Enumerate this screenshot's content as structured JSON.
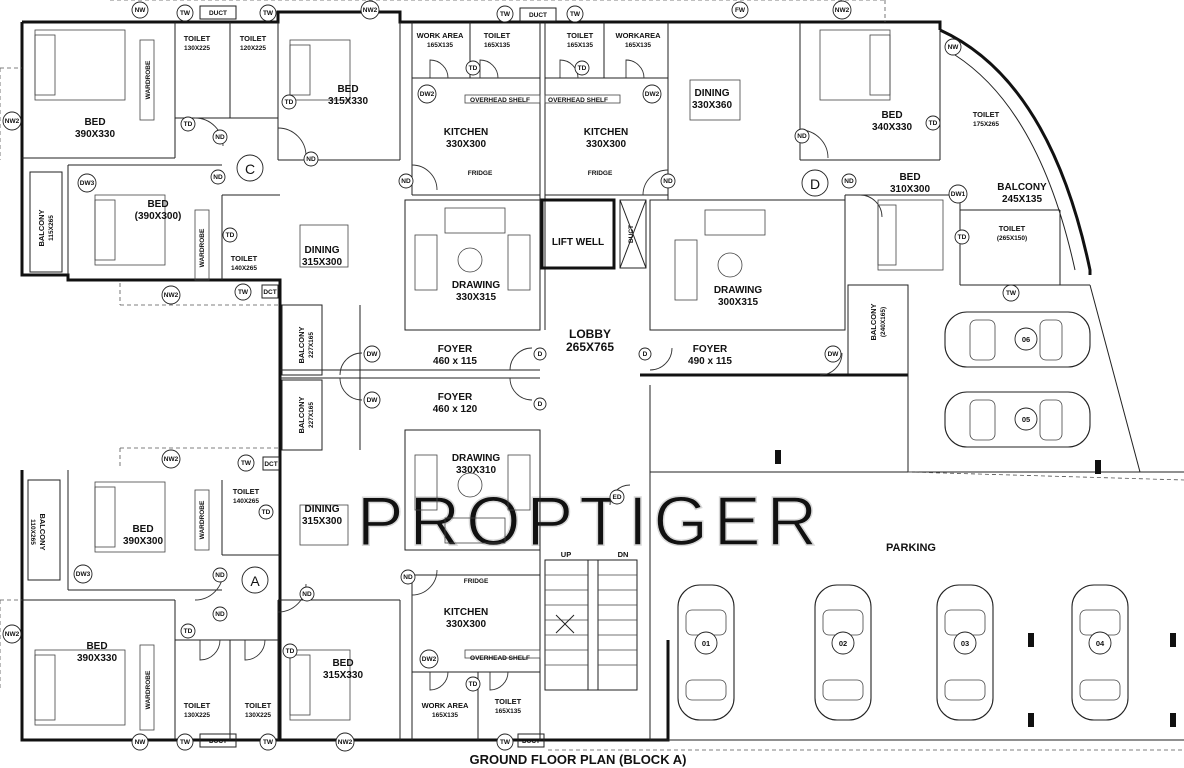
{
  "title": "GROUND FLOOR PLAN (BLOCK A)",
  "watermark": "PROPTIGER",
  "rooms": {
    "bed_c_nw": {
      "name": "BED",
      "size": "390X330"
    },
    "bed_c_ne": {
      "name": "BED",
      "size": "315X330"
    },
    "bed_c_mid": {
      "name": "BED",
      "size": "(390X300)"
    },
    "toilet_c1": {
      "name": "TOILET",
      "size": "130X225"
    },
    "toilet_c2": {
      "name": "TOILET",
      "size": "120X225"
    },
    "toilet_c3": {
      "name": "TOILET",
      "size": "140X265"
    },
    "balcony_c": {
      "name": "BALCONY",
      "size": "115X265"
    },
    "wardrobe_c1": "WARDROBE",
    "wardrobe_c2": "WARDROBE",
    "dining_c": {
      "name": "DINING",
      "size": "315X300"
    },
    "flat_c": "C",
    "work_area_1": {
      "name": "WORK AREA",
      "size": "165X135"
    },
    "toilet_ck1": {
      "name": "TOILET",
      "size": "165X135"
    },
    "kitchen_c": {
      "name": "KITCHEN",
      "size": "330X300"
    },
    "overhead_1": "OVERHEAD SHELF",
    "fridge_1": "FRIDGE",
    "drawing_c": {
      "name": "DRAWING",
      "size": "330X315"
    },
    "balcony_fc": {
      "name": "BALCONY",
      "size": "227X165"
    },
    "foyer_c": {
      "name": "FOYER",
      "size": "460 x 115"
    },
    "lift_well": "LIFT WELL",
    "duct_lobby": "DUCT",
    "lobby": {
      "name": "LOBBY",
      "size": "265X765"
    },
    "toilet_dk1": {
      "name": "TOILET",
      "size": "165X135"
    },
    "workarea_2": {
      "name": "WORKAREA",
      "size": "165X135"
    },
    "kitchen_d": {
      "name": "KITCHEN",
      "size": "330X300"
    },
    "overhead_2": "OVERHEAD SHELF",
    "fridge_2": "FRIDGE",
    "dining_d": {
      "name": "DINING",
      "size": "330X360"
    },
    "flat_d": "D",
    "drawing_d": {
      "name": "DRAWING",
      "size": "300X315"
    },
    "foyer_d": {
      "name": "FOYER",
      "size": "490 x 115"
    },
    "bed_d_ne": {
      "name": "BED",
      "size": "340X330"
    },
    "toilet_d1": {
      "name": "TOILET",
      "size": "175X265"
    },
    "bed_d_mid": {
      "name": "BED",
      "size": "310X300"
    },
    "balcony_d": {
      "name": "BALCONY",
      "size": "245X135"
    },
    "toilet_d2": {
      "name": "TOILET",
      "size": "(265X150)"
    },
    "balcony_d2": {
      "name": "BALCONY",
      "size": "(240X165)"
    },
    "balcony_fa": {
      "name": "BALCONY",
      "size": "227X165"
    },
    "foyer_a": {
      "name": "FOYER",
      "size": "460 x 120"
    },
    "drawing_a": {
      "name": "DRAWING",
      "size": "330X310"
    },
    "toilet_a3": {
      "name": "TOILET",
      "size": "140X265"
    },
    "dining_a": {
      "name": "DINING",
      "size": "315X300"
    },
    "bed_a_mid": {
      "name": "BED",
      "size": "390X300"
    },
    "balcony_a": {
      "name": "BALCONY",
      "size": "110X265"
    },
    "wardrobe_a1": "WARDROBE",
    "wardrobe_a2": "WARDROBE",
    "flat_a": "A",
    "kitchen_a": {
      "name": "KITCHEN",
      "size": "330X300"
    },
    "fridge_3": "FRIDGE",
    "overhead_3": "OVERHEAD SHELF",
    "bed_a_sw": {
      "name": "BED",
      "size": "390X330"
    },
    "bed_a_se": {
      "name": "BED",
      "size": "315X330"
    },
    "toilet_a1": {
      "name": "TOILET",
      "size": "130X225"
    },
    "toilet_a2": {
      "name": "TOILET",
      "size": "130X225"
    },
    "work_area_3": {
      "name": "WORK AREA",
      "size": "165X135"
    },
    "toilet_ak1": {
      "name": "TOILET",
      "size": "165X135"
    },
    "stair_up": "UP",
    "stair_dn": "DN",
    "parking": "PARKING"
  },
  "tags": {
    "nw": "NW",
    "nw2": "NW2",
    "tw": "TW",
    "fw": "FW",
    "td": "TD",
    "nd": "ND",
    "dw": "DW",
    "dw1": "DW1",
    "dw2": "DW2",
    "dw3": "DW3",
    "d": "D",
    "ed": "ED",
    "duct": "DUCT",
    "dct": "DCT"
  },
  "cars": [
    "01",
    "02",
    "03",
    "04",
    "05",
    "06"
  ],
  "colors": {
    "ink": "#111111",
    "paper": "#ffffff",
    "watermark": "#d8d8d8"
  }
}
